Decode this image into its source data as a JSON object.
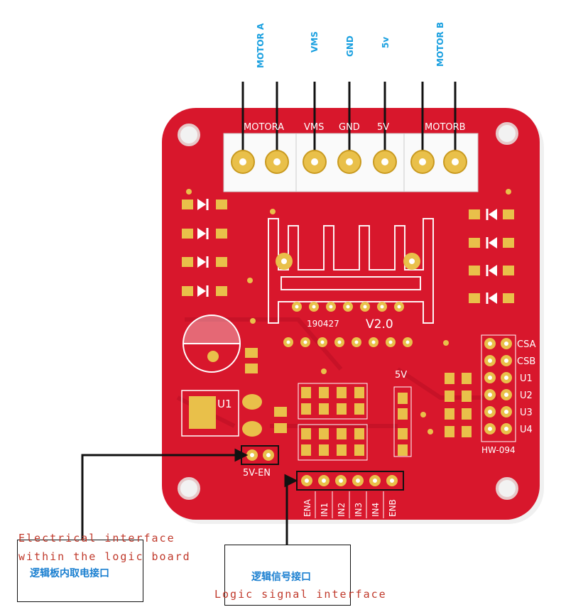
{
  "top_labels": [
    "MOTOR A",
    "VMS",
    "GND",
    "5v",
    "MOTOR B"
  ],
  "board": {
    "terminal_labels": [
      "MOTORA",
      "VMS",
      "GND",
      "5V",
      "MOTORB"
    ],
    "version_code": "190427",
    "version": "V2.0",
    "right_header_labels": [
      "CSA",
      "CSB",
      "U1",
      "U2",
      "U3",
      "U4"
    ],
    "model": "HW-094",
    "u1_label": "U1",
    "5v_label": "5V",
    "5v_en_label": "5V-EN",
    "logic_pins": [
      "ENA",
      "IN1",
      "IN2",
      "IN3",
      "IN4",
      "ENB"
    ]
  },
  "callouts": {
    "left_en": "Electrical interface within the logic board",
    "left_cn": "逻辑板内取电接口",
    "right_cn": "逻辑信号接口",
    "right_en": "Logic signal interface"
  },
  "colors": {
    "pcb": "#d8172c",
    "pad": "#e9c04a",
    "label_blue": "#1aa0e0",
    "callout_red": "#c0392b"
  }
}
